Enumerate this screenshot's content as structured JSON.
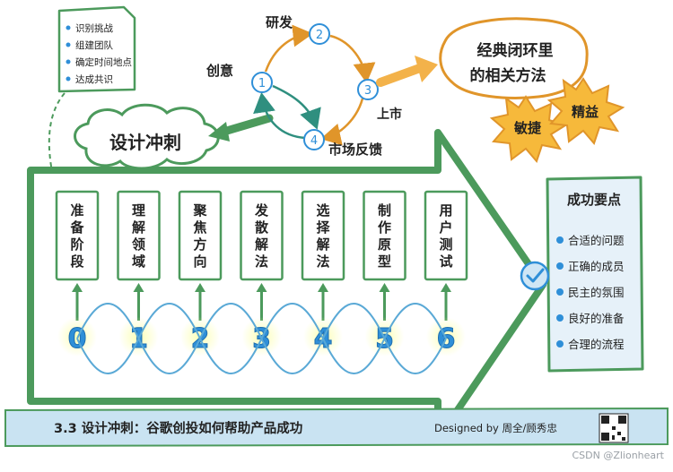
{
  "note_card": {
    "items": [
      "识别挑战",
      "组建团队",
      "确定时间地点",
      "达成共识"
    ]
  },
  "sprint_cloud": {
    "label": "设计冲刺"
  },
  "cycle": {
    "nodes": [
      "1",
      "2",
      "3",
      "4"
    ],
    "labels": {
      "creativity": "创意",
      "rnd": "研发",
      "launch": "上市",
      "feedback": "市场反馈"
    }
  },
  "closed_loop": {
    "text_line1": "经典闭环里",
    "text_line2": "的相关方法"
  },
  "bursts": {
    "agile": "敏捷",
    "lean": "精益"
  },
  "stages": [
    {
      "label": "准备阶段",
      "number": "0"
    },
    {
      "label": "理解领域",
      "number": "1"
    },
    {
      "label": "聚焦方向",
      "number": "2"
    },
    {
      "label": "发散解法",
      "number": "3"
    },
    {
      "label": "选择解法",
      "number": "4"
    },
    {
      "label": "制作原型",
      "number": "5"
    },
    {
      "label": "用户测试",
      "number": "6"
    }
  ],
  "success_panel": {
    "title": "成功要点",
    "items": [
      "合适的问题",
      "正确的成员",
      "民主的氛围",
      "良好的准备",
      "合理的流程"
    ]
  },
  "footer": {
    "title": "3.3 设计冲刺：谷歌创投如何帮助产品成功",
    "credit": "Designed by 周全/顾秀忠",
    "watermark": "CSDN @Zlionheart"
  },
  "colors": {
    "green_arrow": "#4c9a5c",
    "blue_number": "#2f8fd8",
    "orange_loop": "#e0952a",
    "footer_bg": "#c9e3f2",
    "panel_bg": "#e6f1f9",
    "burst_yellow": "#f6b93b"
  }
}
